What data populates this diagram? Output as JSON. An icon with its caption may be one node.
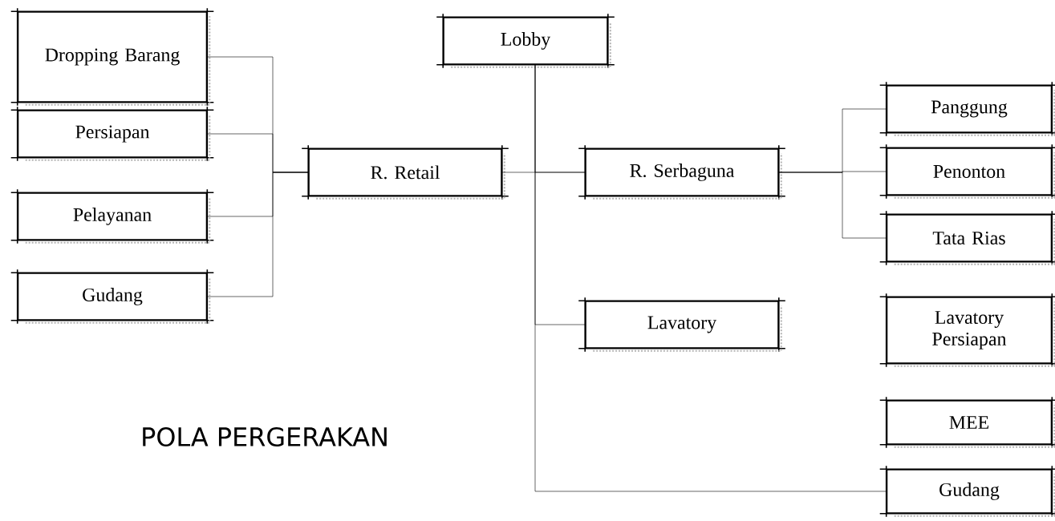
{
  "diagram": {
    "title": "POLA PERGERAKAN",
    "nodes": [
      {
        "text": [
          "Dropping Barang"
        ]
      },
      {
        "text": [
          "Persiapan"
        ]
      },
      {
        "text": [
          "Pelayanan"
        ]
      },
      {
        "text": [
          "Gudang"
        ]
      },
      {
        "text": [
          "R. Retail"
        ]
      },
      {
        "text": [
          "Lobby"
        ]
      },
      {
        "text": [
          "R. Serbaguna"
        ]
      },
      {
        "text": [
          "Lavatory"
        ]
      },
      {
        "text": [
          "Panggung"
        ]
      },
      {
        "text": [
          "Penonton"
        ]
      },
      {
        "text": [
          "Tata Rias"
        ]
      },
      {
        "text": [
          "Lavatory Persiapan"
        ]
      },
      {
        "text": [
          "MEE"
        ]
      },
      {
        "text": [
          "Gudang"
        ]
      }
    ],
    "edges": [
      {
        "from": 0,
        "to": 4,
        "arrow": "none"
      },
      {
        "from": 1,
        "to": 4,
        "arrow": "none"
      },
      {
        "from": 2,
        "to": 4,
        "arrow": "none"
      },
      {
        "from": 3,
        "to": 4,
        "arrow": "none"
      },
      {
        "from": 4,
        "to": 6,
        "arrow": "none"
      },
      {
        "from": 5,
        "to": 6,
        "arrow": "none"
      },
      {
        "from": 5,
        "to": 7,
        "arrow": "none"
      },
      {
        "from": 5,
        "to": 13,
        "arrow": "none"
      },
      {
        "from": 6,
        "to": 8,
        "arrow": "none"
      },
      {
        "from": 6,
        "to": 9,
        "arrow": "none"
      },
      {
        "from": 6,
        "to": 10,
        "arrow": "none"
      }
    ]
  }
}
